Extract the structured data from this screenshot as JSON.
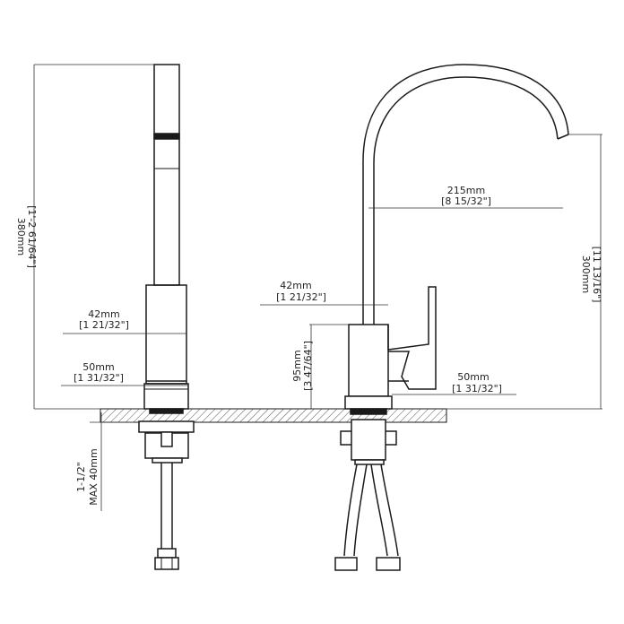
{
  "labels": {
    "height_total_mm": "380mm",
    "height_total_in": "[1'-2 61/64\"]",
    "side_body_width_mm": "42mm",
    "side_body_width_in": "[1 21/32\"]",
    "side_base_width_mm": "50mm",
    "side_base_width_in": "[1 31/32\"]",
    "thread_size": "1-1/2\"",
    "max_deck": "MAX 40mm",
    "reach_mm": "215mm",
    "reach_in": "[8 15/32\"]",
    "spout_height_mm": "300mm",
    "spout_height_in": "[11 13/16\"]",
    "front_body_width_mm": "42mm",
    "front_body_width_in": "[1 21/32\"]",
    "body_height_mm": "95mm",
    "body_height_in": "[3 47/64\"]",
    "front_base_width_mm": "50mm",
    "front_base_width_in": "[1 31/32\"]"
  },
  "colors": {
    "line": "#1a1a1a",
    "dim_line": "#333333",
    "hatch": "#555555",
    "background": "#ffffff"
  }
}
